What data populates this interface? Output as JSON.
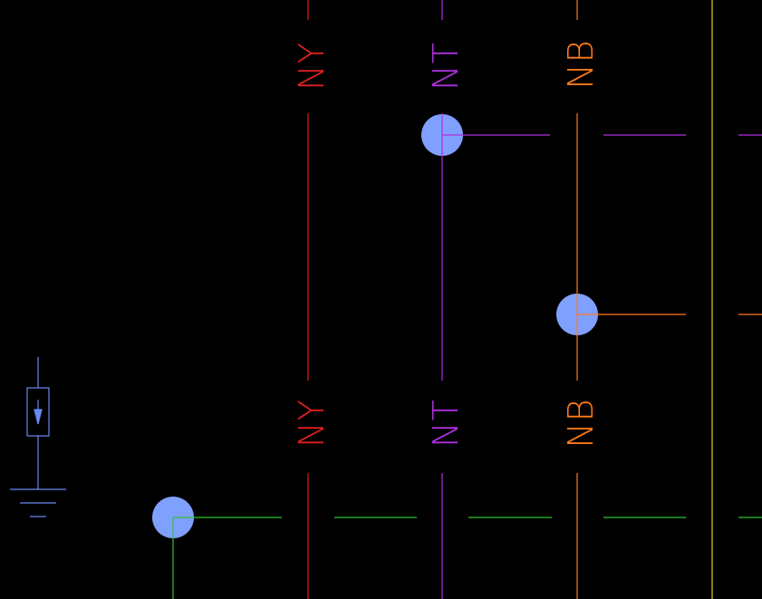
{
  "colors": {
    "background": "#000000",
    "ny": "#e02020",
    "nt": "#b030e0",
    "nb": "#ff7a1a",
    "ground_line": "#30c030",
    "yellow_bus": "#d8d820",
    "junction": "#80a0ff",
    "device": "#6a88ee"
  },
  "labels": {
    "ny_top": "NY",
    "nt_top": "NT",
    "nb_top": "NB",
    "ny_bottom": "NY",
    "nt_bottom": "NT",
    "nb_bottom": "NB"
  },
  "icons": {
    "ground": "earth-ground-icon",
    "arrester": "surge-arrester-icon"
  }
}
